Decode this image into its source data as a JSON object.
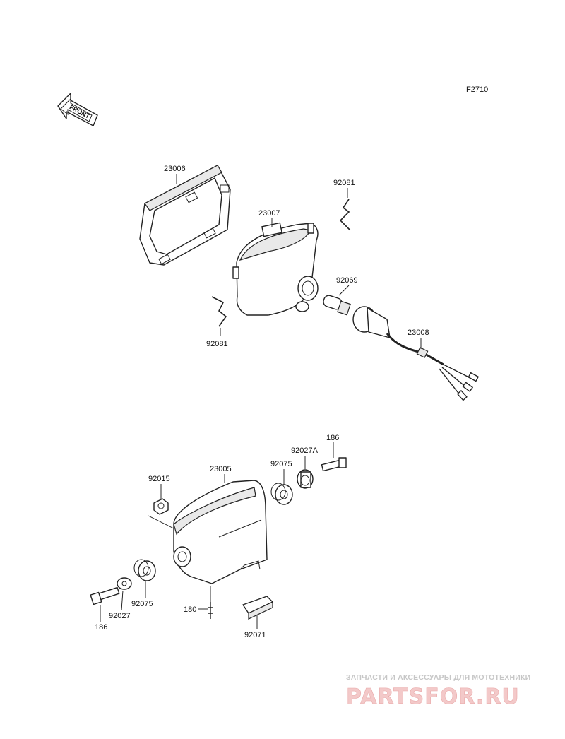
{
  "diagram": {
    "figure_code": "F2710",
    "front_arrow_label": "FRONT",
    "parts": {
      "p23006": "23006",
      "p92081_top": "92081",
      "p23007": "23007",
      "p92069": "92069",
      "p92081_left": "92081",
      "p23008": "23008",
      "p186_top": "186",
      "p92027A": "92027A",
      "p92075_top": "92075",
      "p92015": "92015",
      "p23005": "23005",
      "p92075_bottom": "92075",
      "p92027": "92027",
      "p186_bottom": "186",
      "p180": "180",
      "p92071": "92071"
    }
  },
  "watermark": {
    "tagline": "ЗАПЧАСТИ И АКСЕССУАРЫ ДЛЯ МОТОТЕХНИКИ",
    "logo": "PARTSFOR.RU"
  }
}
